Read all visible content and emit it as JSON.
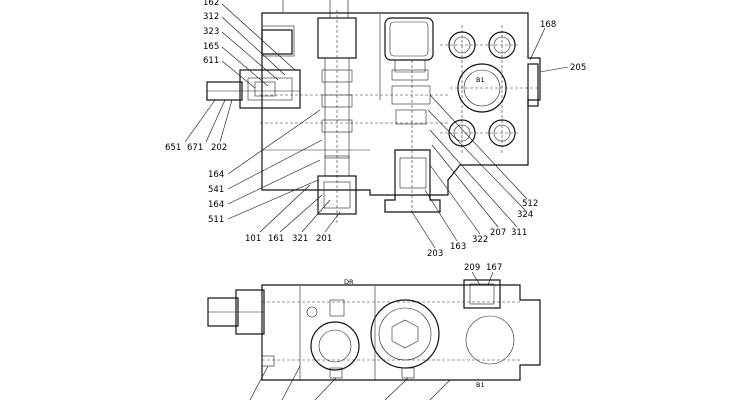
{
  "diagram": {
    "labels": {
      "l162": "162",
      "l312": "312",
      "l323": "323",
      "l165": "165",
      "l611": "611",
      "l651": "651",
      "l671": "671",
      "l202": "202",
      "l164a": "164",
      "l541": "541",
      "l164b": "164",
      "l511": "511",
      "l101": "101",
      "l161": "161",
      "l321": "321",
      "l201": "201",
      "l203": "203",
      "l163": "163",
      "l322": "322",
      "l207": "207",
      "l311": "311",
      "l324": "324",
      "l512": "512",
      "l168": "168",
      "l205": "205",
      "l209": "209",
      "l167": "167"
    },
    "marks": {
      "b1_top": "B1",
      "b1_bottom": "B1",
      "dr": "DR"
    }
  }
}
